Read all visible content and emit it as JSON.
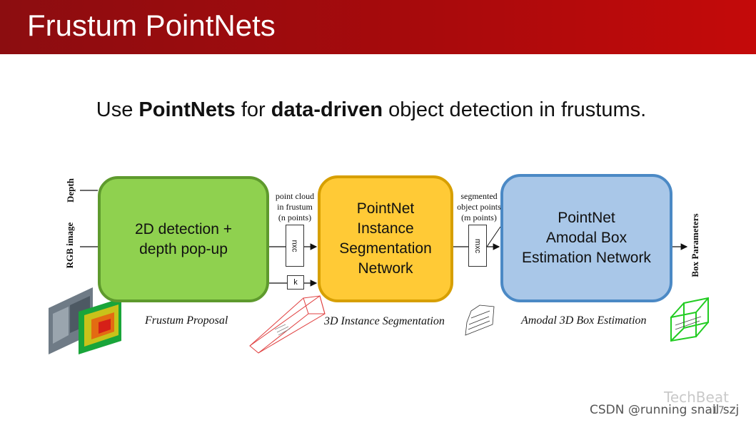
{
  "header": {
    "title": "Frustum PointNets"
  },
  "subtitle": {
    "part1": "Use ",
    "bold1": "PointNets",
    "part2": " for ",
    "bold2": "data-driven",
    "part3": " object detection in frustums."
  },
  "diagram": {
    "inputs": {
      "depth": "Depth",
      "rgb": "RGB image"
    },
    "output": "Box Parameters",
    "box1": {
      "line1": "2D detection +",
      "line2": "depth pop-up"
    },
    "box2": {
      "line1": "PointNet",
      "line2": "Instance",
      "line3": "Segmentation",
      "line4": "Network"
    },
    "box3": {
      "line1": "PointNet",
      "line2": "Amodal Box",
      "line3": "Estimation Network"
    },
    "edge1": {
      "line1": "point cloud",
      "line2": "in frustum",
      "line3": "(n points)",
      "tensor": "nxc",
      "k": "k"
    },
    "edge2": {
      "line1": "segmented",
      "line2": "object points",
      "line3": "(m points)",
      "tensor": "mxc"
    },
    "stages": {
      "s1": "Frustum Proposal",
      "s2": "3D Instance Segmentation",
      "s3": "Amodal 3D Box Estimation"
    }
  },
  "footer": {
    "watermark": "TechBeat",
    "page": "17",
    "credit": "CSDN @running snail szj"
  },
  "colors": {
    "header_bg": "#a70a0c",
    "box1_fill": "#8fd14f",
    "box1_border": "#5e9a2d",
    "box2_fill": "#ffca36",
    "box2_border": "#d79f00",
    "box3_fill": "#a9c7e8",
    "box3_border": "#4b89c5"
  }
}
